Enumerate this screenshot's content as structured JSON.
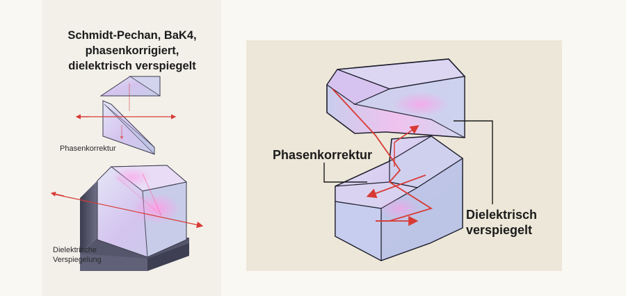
{
  "title_lines": [
    "Schmidt-Pechan, BaK4,",
    "phasenkorrigiert,",
    "dielektrisch verspiegelt"
  ],
  "left": {
    "phase_label": "Phasenkorrektur",
    "coating_label_lines": [
      "Dielektrische",
      "Verspiegelung"
    ]
  },
  "right": {
    "phase_label": "Phasenkorrektur",
    "mirror_label_lines": [
      "Dielektrisch",
      "verspiegelt"
    ]
  },
  "colors": {
    "ray": "#d83a34",
    "glass_light": "#d9ddf2",
    "glass_pink": "#e8b8ec",
    "glass_edge": "#2b2b3a",
    "base_dark": "#4a4a5c"
  }
}
